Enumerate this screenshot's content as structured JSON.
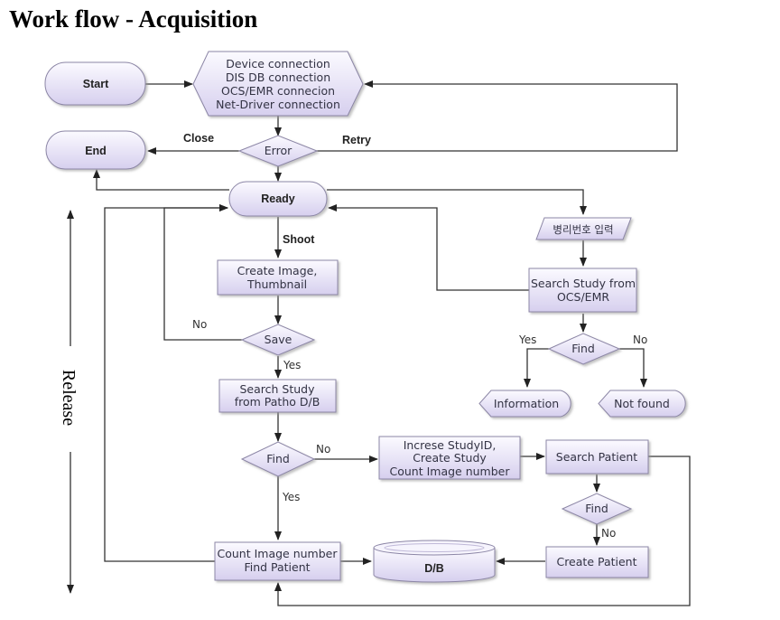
{
  "title": "Work flow - Acquisition",
  "nodes": {
    "start": "Start",
    "end": "End",
    "connection": [
      "Device connection",
      "DIS DB connection",
      "OCS/EMR connecion",
      "Net-Driver connection"
    ],
    "error": "Error",
    "ready": "Ready",
    "create_image": [
      "Create Image,",
      "Thumbnail"
    ],
    "save": "Save",
    "search_patho": [
      "Search Study",
      "from Patho D/B"
    ],
    "find_main": "Find",
    "increase": [
      "Increse StudyID,",
      "Create Study",
      "Count Image number"
    ],
    "search_patient": "Search Patient",
    "find_patient": "Find",
    "create_patient": "Create Patient",
    "count_image": [
      "Count Image number",
      "Find Patient"
    ],
    "db": "D/B",
    "input_korean": "병리번호 입력",
    "search_ocs": [
      "Search Study from",
      "OCS/EMR"
    ],
    "find_ocs": "Find",
    "information": "Information",
    "not_found": "Not found"
  },
  "edge_labels": {
    "close": "Close",
    "retry": "Retry",
    "shoot": "Shoot",
    "save_no": "No",
    "save_yes": "Yes",
    "find_no": "No",
    "find_yes": "Yes",
    "ocs_yes": "Yes",
    "ocs_no": "No",
    "patient_no": "No"
  },
  "release_label": "Release",
  "colors": {
    "node_fill_top": "#fbfaff",
    "node_fill_bottom": "#d9d2f0",
    "node_border": "#8c86a6",
    "line": "#333333"
  }
}
